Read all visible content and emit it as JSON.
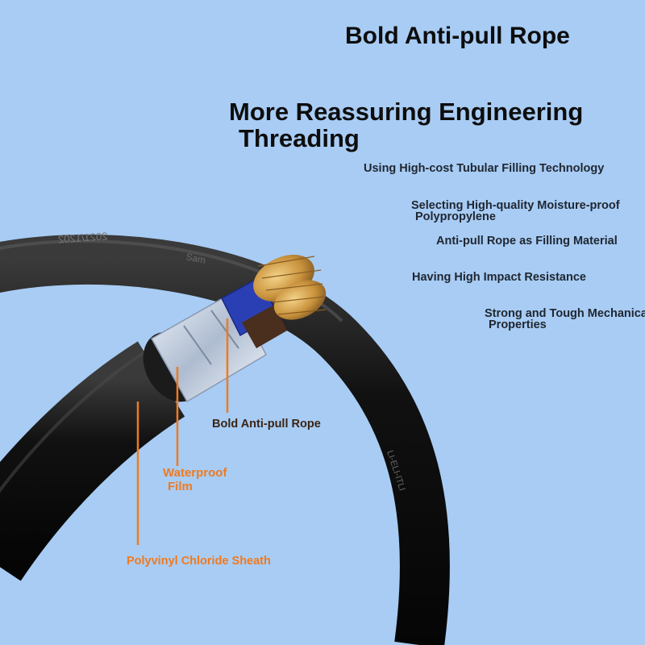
{
  "title": "Bold Anti-pull Rope",
  "headline": {
    "line1": "More Reassuring Engineering",
    "line2": "Threading"
  },
  "features": [
    {
      "line1": "Using High-cost Tubular Filling Technology",
      "line2": ""
    },
    {
      "line1": "Selecting High-quality Moisture-proof",
      "line2": "Polypropylene"
    },
    {
      "line1": "Anti-pull Rope as Filling Material",
      "line2": ""
    },
    {
      "line1": "Having High Impact Resistance",
      "line2": ""
    },
    {
      "line1": "Strong and Tough Mechanical",
      "line2": "Properties"
    }
  ],
  "callouts": {
    "rope": "Bold Anti-pull Rope",
    "film": {
      "line1": "Waterproof",
      "line2": "Film"
    },
    "sheath": "Polyvinyl Chloride Sheath"
  },
  "cable_print": {
    "left": "2021/1202",
    "mid": "Sam",
    "far": "LI-ELI-ITLI"
  },
  "colors": {
    "background": "#a8ccf4",
    "cable": "#141414",
    "heading_text": "#0d0d0d",
    "accent_orange": "#f07a1e",
    "insulation_blue": "#2b3fb5",
    "copper": "#d4a24a",
    "film": "#c9d6e8"
  }
}
